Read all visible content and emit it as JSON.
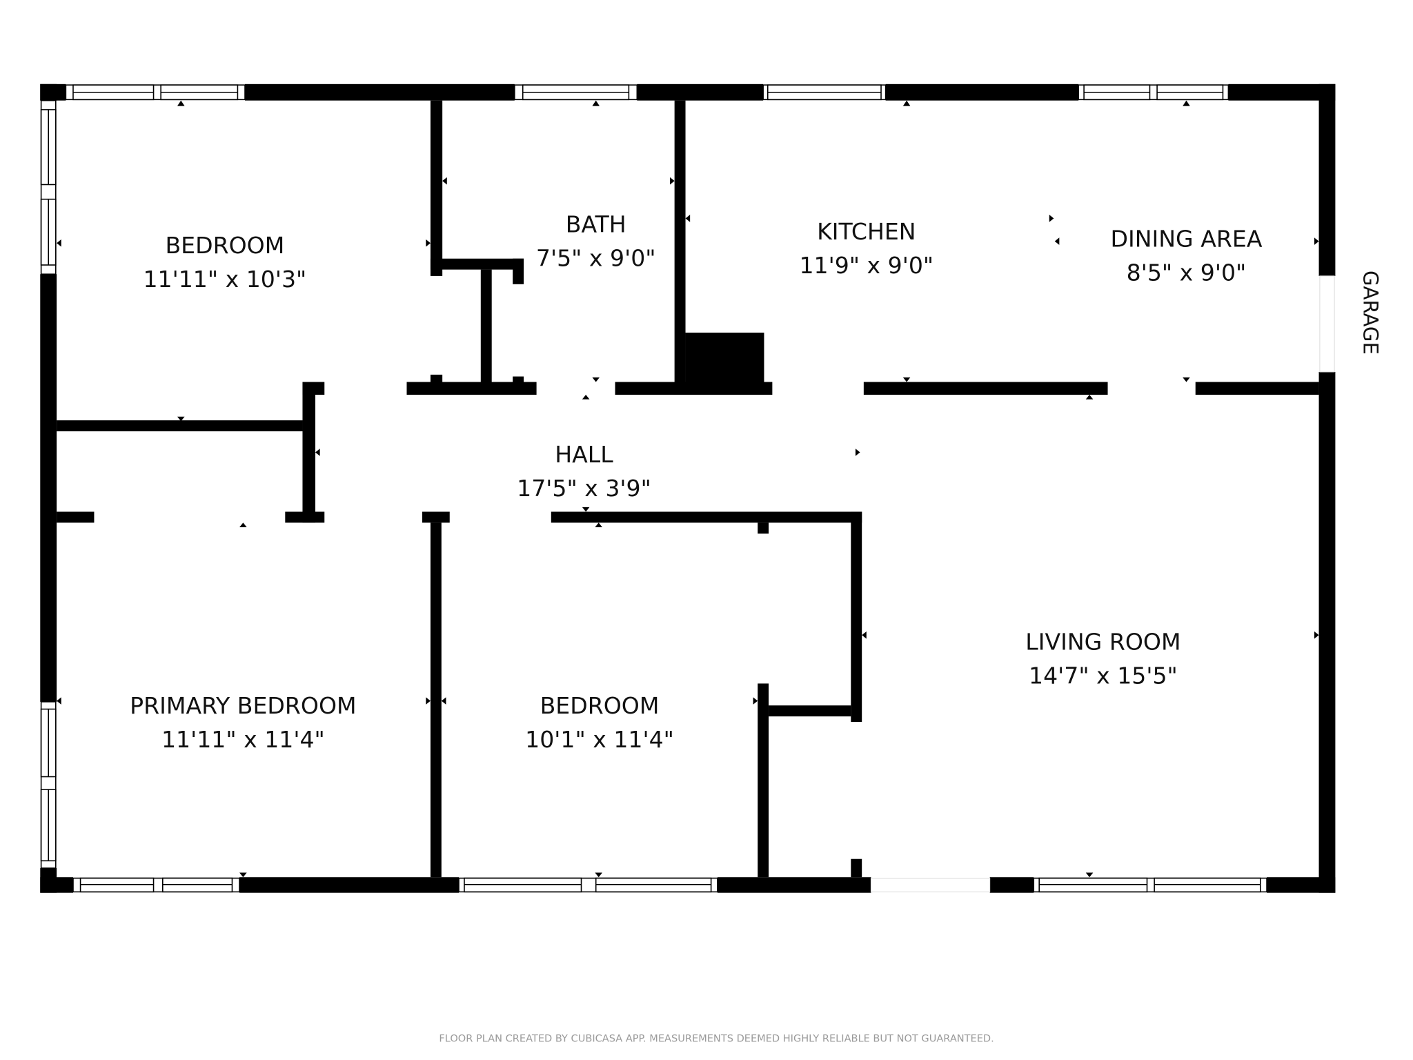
{
  "floor_plan": {
    "rooms": [
      {
        "id": "bedroom-upper",
        "name": "BEDROOM",
        "dimensions": "11'11\" x 10'3\""
      },
      {
        "id": "bath",
        "name": "BATH",
        "dimensions": "7'5\" x 9'0\""
      },
      {
        "id": "kitchen",
        "name": "KITCHEN",
        "dimensions": "11'9\" x 9'0\""
      },
      {
        "id": "dining-area",
        "name": "DINING AREA",
        "dimensions": "8'5\" x 9'0\""
      },
      {
        "id": "hall",
        "name": "HALL",
        "dimensions": "17'5\" x 3'9\""
      },
      {
        "id": "primary-bedroom",
        "name": "PRIMARY BEDROOM",
        "dimensions": "11'11\" x 11'4\""
      },
      {
        "id": "bedroom-lower",
        "name": "BEDROOM",
        "dimensions": "10'1\" x 11'4\""
      },
      {
        "id": "living-room",
        "name": "LIVING ROOM",
        "dimensions": "14'7\" x 15'5\""
      }
    ],
    "exterior_labels": {
      "garage": "GARAGE"
    },
    "colors": {
      "wall": "#000000",
      "background": "#ffffff",
      "footer_text": "#9a9a9a"
    }
  },
  "footer": {
    "disclaimer": "FLOOR PLAN CREATED BY CUBICASA APP. MEASUREMENTS DEEMED HIGHLY RELIABLE BUT NOT GUARANTEED."
  }
}
